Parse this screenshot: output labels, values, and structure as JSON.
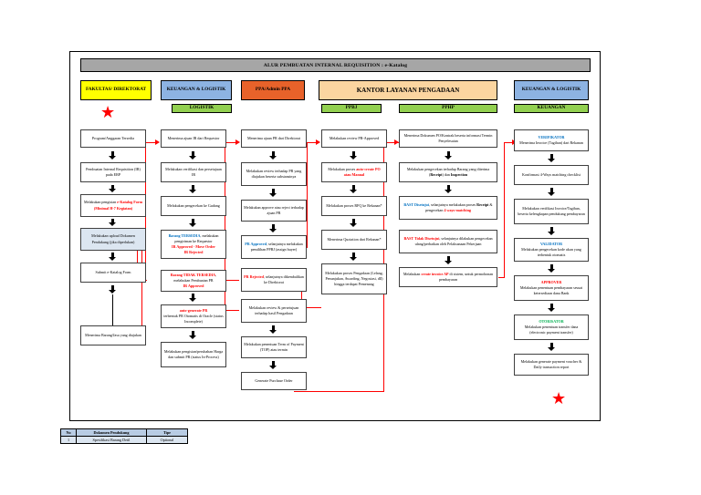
{
  "title": "ALUR PEMBUATAN INTERNAL REQUISITION : e-Katalog",
  "headers": [
    {
      "id": "fakultas",
      "label": "FAKULTAS/ DIREKTORAT",
      "color": "#ffff00"
    },
    {
      "id": "keuangan-logistik-1",
      "label": "KEUANGAN & LOGISTIK",
      "color": "#8db3e2"
    },
    {
      "id": "ppa",
      "label": "PPA/Admin PPA",
      "color": "#e8622a"
    },
    {
      "id": "klp",
      "label": "KANTOR LAYANAN PENGADAAN",
      "color": "#fbd5a0"
    },
    {
      "id": "keuangan-logistik-2",
      "label": "KEUANGAN & LOGISTIK",
      "color": "#8db3e2"
    }
  ],
  "subheaders": [
    {
      "id": "logistik",
      "label": "LOGISTIK",
      "color": "#92d050"
    },
    {
      "id": "ppbj",
      "label": "PPBJ",
      "color": "#92d050"
    },
    {
      "id": "pphp",
      "label": "PPHP",
      "color": "#92d050"
    },
    {
      "id": "keuangan",
      "label": "KEUANGAN",
      "color": "#92d050"
    }
  ],
  "col1": {
    "b1": "Program/Anggaran Tersedia",
    "b2": "Pembuatan Internal Requisition (IR) pada ERP",
    "b3_a": "Melakukan pengisian ",
    "b3_b": "e-Katalog Form",
    "b3_c": "(Minimal H-7 Kegiatan)",
    "b4": "Melakukan upload Dokumen Pendukung (jika diperlukan)",
    "b5": "Submit e-Katalog Form",
    "b6": "Menerima Barang/Jasa yang diajukan"
  },
  "col2": {
    "b1": "Menerima ajuan IR dari Requestor",
    "b2": "Melakukan verifikasi dan persetujuan IR",
    "b3": "Melakukan pengecekan ke Gudang",
    "b4_h": "Barang TERSEDIA",
    "b4_t": ", melakukan pengiriman ke Requestor",
    "b4_r1": "IR Approved - Move Order",
    "b4_r2": "IR Rejected",
    "b5_h": "Barang TIDAK TERSEDIA",
    "b5_t": ", melakukan Pembuatan PR",
    "b5_r": "IR Approved",
    "b6_h": "auto-generate PR",
    "b6_t": "terbentuk PR Otomatis di Oracle (status Incomplete)",
    "b7": "Melakukan pengisian/perubahan Harga dan submit PR (status In-Process)"
  },
  "col3": {
    "b1": "Menerima ajuan PR dari Direktorat",
    "b2": "Melakukan review terhadap PR yang diajukan beserta substansinya",
    "b3": "Melakukan approve atau reject terhadap ajuan PR",
    "b4_h": "PR Approved",
    "b4_t": ", selanjutnya melakukan pemilihan PPBJ (assign buyer)",
    "b5_h": "PR Rejected",
    "b5_t": ", selanjutnya dikembalikan ke Direktorat",
    "b6": "Melakukan review & persetujuan terhadap hasil Pengadaan",
    "b7": "Melakukan penentuan Term of Payment (TOP) atau termin",
    "b8": "Generate Purchase Order"
  },
  "col4": {
    "b1": "Melakukan review PR-Approved",
    "b2_t": "Melakukan proses ",
    "b2_r": "auto-create PO atau Manual",
    "b3": "Melakukan proses RFQ ke Rekanan*",
    "b4": "Menerima Quotation dari Rekanan*",
    "b5": "Melakukan proses Pengadaan (Lelang, Penunjukan, Awarding, Negosiasi, dll) hingga terdapat Pemenang"
  },
  "col5": {
    "b1": "Menerima Dokumen PO/Kontrak beserta informasi Termin Penyelesaian",
    "b2_a": "Melakukan pengecekan terhadap Barang yang diterima (",
    "b2_b": "Receipt",
    "b2_c": ") dan ",
    "b2_d": "Inspection",
    "b3_h": "BAST Disetujui",
    "b3_t": ", selanjutnya melakukan proses ",
    "b3_b2": "Receipt",
    "b3_t2": " & pengecekan ",
    "b3_r": "4 ways-matching",
    "b4_h": "BAST Tidak Disetujui",
    "b4_t": ", selanjutnya dilakukan pengecekan ulang/perbaikan oleh Pelaksanaan Pekerjaan",
    "b5_t": "Melakukan ",
    "b5_r": "create invoice AP",
    "b5_t2": " di sistem, untuk permohonan pembayaran"
  },
  "col6": {
    "b1_h": "VERIFIKATOR",
    "b1_t": "Menerima Invoice (Tagihan) dari Rekanan",
    "b2": "Konfirmasi 4-Ways matching checklist",
    "b3": "Melakukan verifikasi Invoice/Tagihan, beserta kelengkapan pendukung pembayaran",
    "b4_h": "VALIDATOR",
    "b4_t": "Melakukan pengecekan kode akun yang terbentuk otomatis",
    "b5_h": "APPROVER",
    "b5_t": "Melakukan penentuan pembayaran sesuai ketersediaan dana Bank",
    "b6_h": "OTORISATOR",
    "b6_t": "Melakukan penentuan transfer dana (electronic payment transfer)",
    "b7": "Melakukan generate payment voucher & Daily transaction report"
  },
  "legend": {
    "columns": [
      "No",
      "Dokumen Pendukung",
      "Tipe"
    ],
    "rows": [
      [
        "1",
        "Spesifikasi Barang Detil",
        "Optional"
      ]
    ]
  },
  "star_glyph": "★"
}
